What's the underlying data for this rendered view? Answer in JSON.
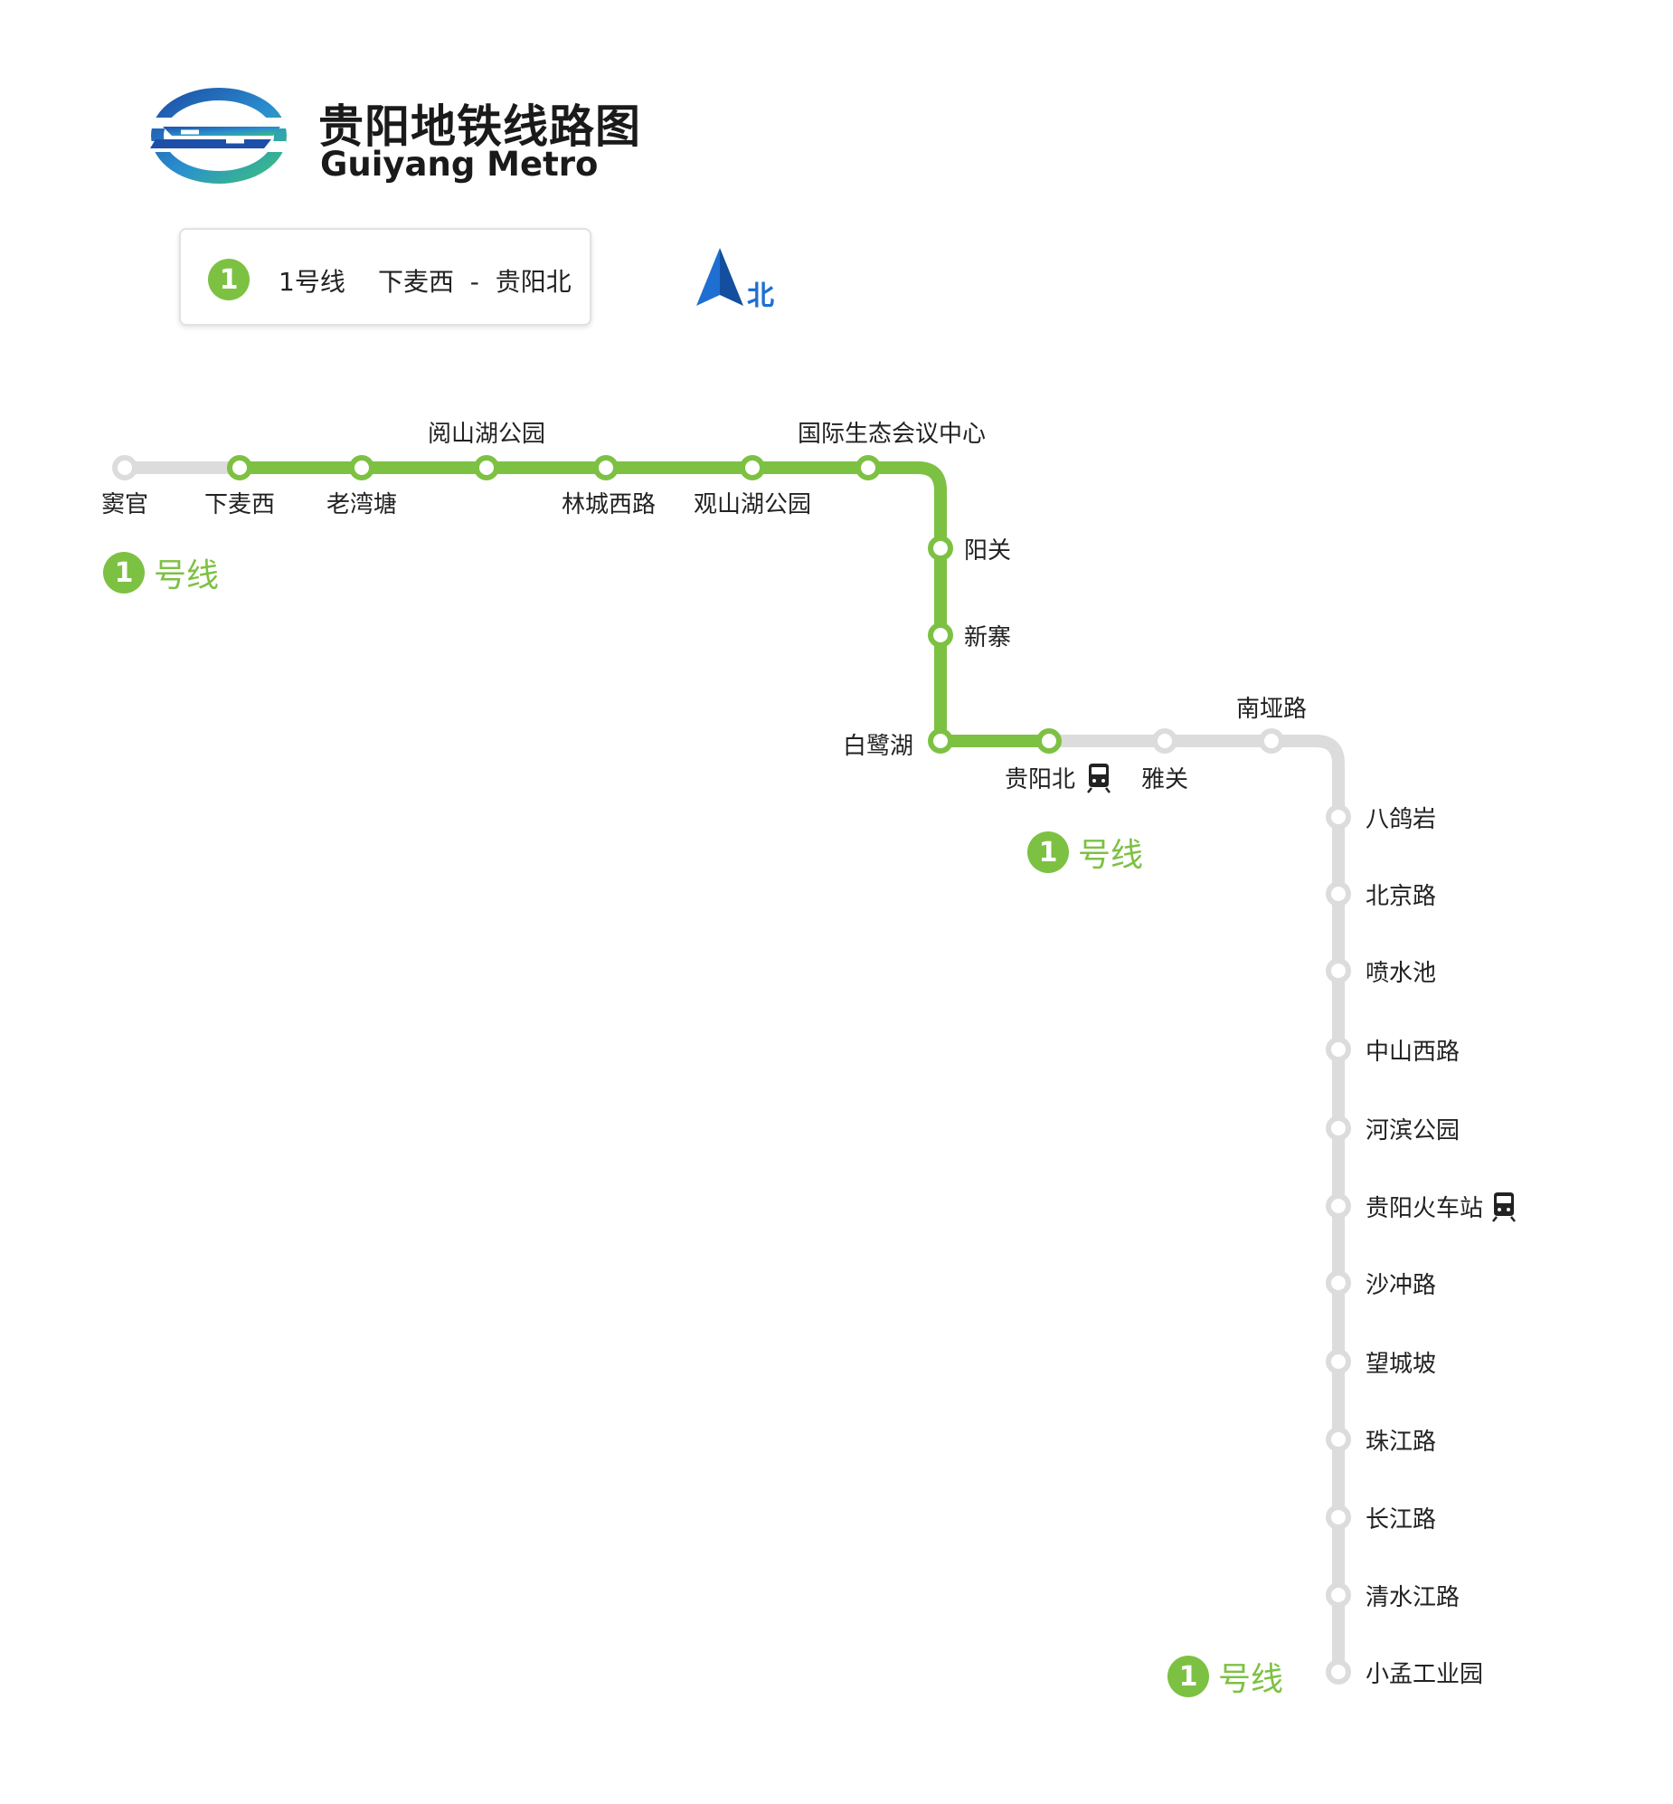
{
  "header": {
    "title": "贵阳地铁线路图",
    "subtitle": "Guiyang Metro"
  },
  "legend": {
    "badge": "1",
    "line_name": "1号线",
    "route": "下麦西  -  贵阳北"
  },
  "compass": {
    "label": "北"
  },
  "colors": {
    "line1_active": "#7dc143",
    "line1_inactive": "#dcdcdc",
    "station_fill": "#ffffff",
    "north_arrow": "#1f6fd2"
  },
  "line_badges": [
    {
      "number": "1",
      "text": "号线"
    },
    {
      "number": "1",
      "text": "号线"
    },
    {
      "number": "1",
      "text": "号线"
    }
  ],
  "stations": [
    {
      "name": "窦官",
      "active": false
    },
    {
      "name": "下麦西",
      "active": true
    },
    {
      "name": "老湾塘",
      "active": true
    },
    {
      "name": "阅山湖公园",
      "active": true
    },
    {
      "name": "林城西路",
      "active": true
    },
    {
      "name": "观山湖公园",
      "active": true
    },
    {
      "name": "国际生态会议中心",
      "active": true
    },
    {
      "name": "阳关",
      "active": true
    },
    {
      "name": "新寨",
      "active": true
    },
    {
      "name": "白鹭湖",
      "active": true
    },
    {
      "name": "贵阳北",
      "active": true,
      "railway": true
    },
    {
      "name": "雅关",
      "active": false
    },
    {
      "name": "南垭路",
      "active": false
    },
    {
      "name": "八鸽岩",
      "active": false
    },
    {
      "name": "北京路",
      "active": false
    },
    {
      "name": "喷水池",
      "active": false
    },
    {
      "name": "中山西路",
      "active": false
    },
    {
      "name": "河滨公园",
      "active": false
    },
    {
      "name": "贵阳火车站",
      "active": false,
      "railway": true
    },
    {
      "name": "沙冲路",
      "active": false
    },
    {
      "name": "望城坡",
      "active": false
    },
    {
      "name": "珠江路",
      "active": false
    },
    {
      "name": "长江路",
      "active": false
    },
    {
      "name": "清水江路",
      "active": false
    },
    {
      "name": "小孟工业园",
      "active": false
    }
  ]
}
